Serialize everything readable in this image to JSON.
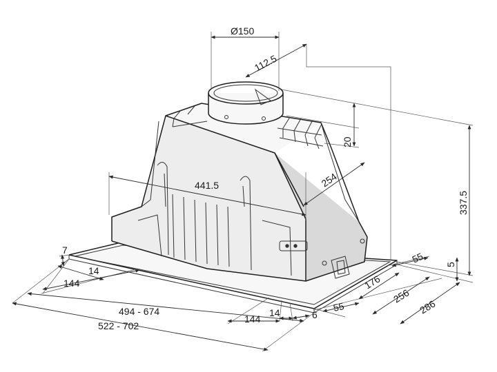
{
  "dimensions": {
    "duct_diameter": "Ø150",
    "duct_offset": "112.5",
    "rib_height": "20",
    "motor_depth": "254",
    "motor_width": "441.5",
    "total_height": "337.5",
    "frame_thickness": "5",
    "rear_offset_right": "55",
    "depth_176": "176",
    "depth_256": "256",
    "depth_286": "286",
    "front_offset_right": "55",
    "left_edge_7": "7",
    "left_14": "14",
    "left_144": "144",
    "width_range_inner": "494 - 674",
    "width_range_outer": "522 - 702",
    "front_144": "144",
    "front_14": "14",
    "front_6": "6"
  },
  "colors": {
    "line": "#1e1e1e",
    "shade_light": "#ededed",
    "shade_mid": "#d9d9d9"
  }
}
